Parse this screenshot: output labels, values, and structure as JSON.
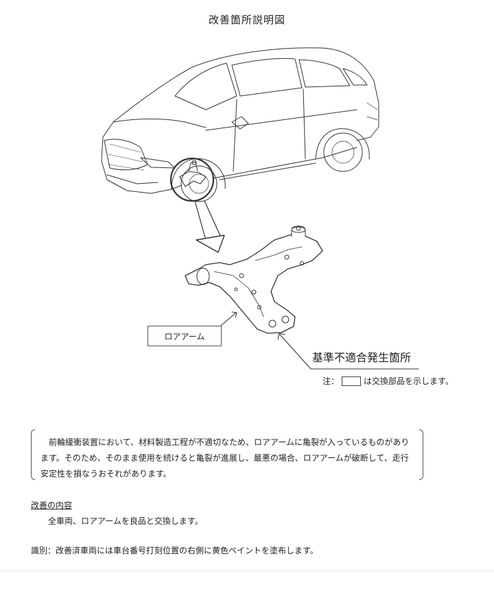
{
  "title": "改善箇所説明図",
  "part_label": "ロアアーム",
  "defect_label": "基準不適合発生箇所",
  "note": {
    "prefix": "注：",
    "suffix": "は交換部品を示します。"
  },
  "description": "前輪緩衝装置において、材料製造工程が不適切なため、ロアアームに亀裂が入っているものがあります。そのため、そのまま使用を続けると亀裂が進展し、最悪の場合、ロアアームが破断して、走行安定性を損なうおそれがあります。",
  "improvement": {
    "heading": "改善の内容",
    "body": "全車両、ロアアームを良品と交換します。"
  },
  "identification": "識別：改善済車両には車台番号打刻位置の右側に黄色ペイントを塗布します。",
  "icons": [
    "suv-illustration",
    "magnify-circle",
    "down-arrow",
    "lower-arm-part"
  ]
}
